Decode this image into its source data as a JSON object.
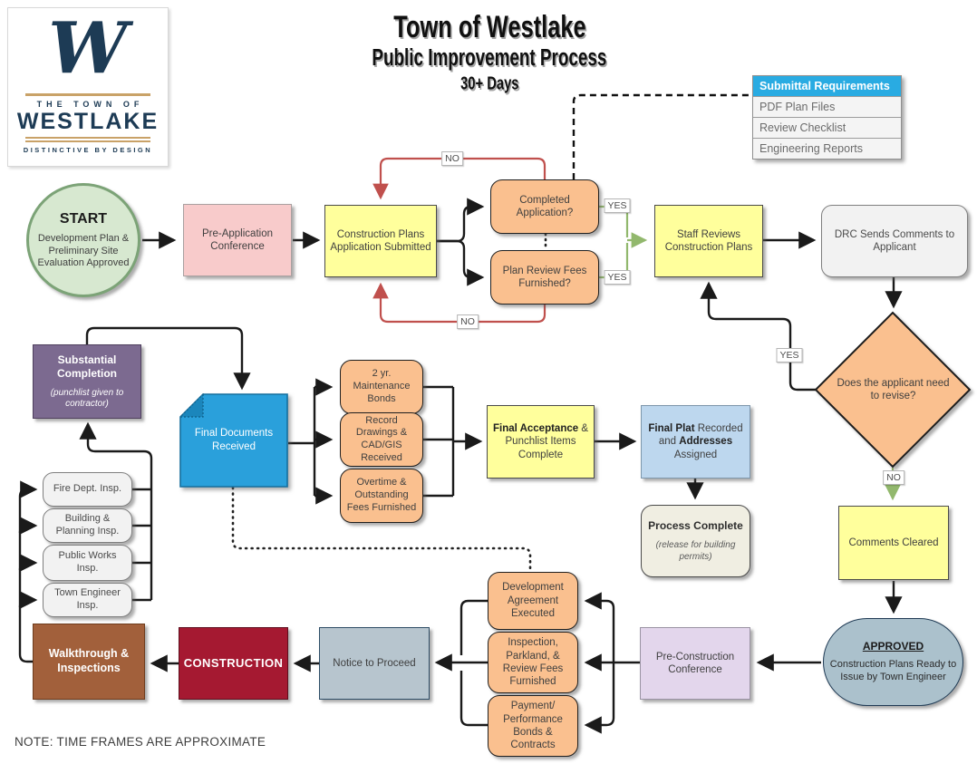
{
  "title": {
    "line1": "Town of Westlake",
    "line2": "Public Improvement Process",
    "line3": "30+ Days"
  },
  "logo": {
    "monogram": "W",
    "town_of": "THE TOWN OF",
    "name": "WESTLAKE",
    "tagline": "DISTINCTIVE BY DESIGN"
  },
  "legend_table": {
    "header": "Submittal Requirements",
    "rows": [
      "PDF Plan Files",
      "Review Checklist",
      "Engineering Reports"
    ]
  },
  "nodes": {
    "start": {
      "title": "START",
      "body": "Development Plan & Preliminary Site Evaluation Approved"
    },
    "pre_application": {
      "label": "Pre-Application Conference"
    },
    "construction_plans_submitted": {
      "label": "Construction Plans Application Submitted"
    },
    "completed_application": {
      "label": "Completed Application?"
    },
    "plan_review_fees": {
      "label": "Plan Review Fees Furnished?"
    },
    "staff_reviews": {
      "label": "Staff Reviews Construction Plans"
    },
    "drc_comments": {
      "label": "DRC Sends Comments to Applicant"
    },
    "revise_decision": {
      "label": "Does the applicant need to revise?"
    },
    "comments_cleared": {
      "label": "Comments Cleared"
    },
    "approved": {
      "title": "APPROVED",
      "body": "Construction Plans Ready to Issue by Town Engineer"
    },
    "pre_construction": {
      "label": "Pre-Construction Conference"
    },
    "development_agreement": {
      "label": "Development Agreement Executed"
    },
    "inspection_fees": {
      "label": "Inspection, Parkland, & Review Fees Furnished"
    },
    "payment_bonds": {
      "label": "Payment/ Performance Bonds & Contracts"
    },
    "notice_to_proceed": {
      "label": "Notice to Proceed"
    },
    "construction": {
      "label": "CONSTRUCTION"
    },
    "walkthrough": {
      "label": "Walkthrough & Inspections"
    },
    "fire_insp": {
      "label": "Fire Dept. Insp."
    },
    "building_insp": {
      "label": "Building & Planning Insp."
    },
    "public_works_insp": {
      "label": "Public Works Insp."
    },
    "town_engineer_insp": {
      "label": "Town Engineer Insp."
    },
    "substantial_completion": {
      "title": "Substantial Completion",
      "note": "(punchlist given to contractor)"
    },
    "final_documents": {
      "label": "Final Documents Received"
    },
    "maintenance_bonds": {
      "label": "2 yr. Maintenance Bonds"
    },
    "record_drawings": {
      "label": "Record Drawings & CAD/GIS Received"
    },
    "overtime_fees": {
      "label": "Overtime & Outstanding Fees Furnished"
    },
    "final_acceptance": {
      "bold": "Final Acceptance",
      "rest": " & Punchlist Items Complete"
    },
    "final_plat": {
      "bold1": "Final Plat",
      "mid": " Recorded and ",
      "bold2": "Addresses",
      "end": " Assigned"
    },
    "process_complete": {
      "title": "Process Complete",
      "note": "(release for building permits)"
    }
  },
  "edge_labels": {
    "no_top": "NO",
    "no_bottom": "NO",
    "yes_application": "YES",
    "yes_fees": "YES",
    "yes_revise": "YES",
    "no_revise": "NO"
  },
  "footnote": "NOTE: TIME FRAMES ARE APPROXIMATE",
  "colors": {
    "process_yellow": "#FFFF9C",
    "question_orange": "#FAC08F",
    "pre_app_pink": "#F8CBCB",
    "inspection_gray": "#F2F2F2",
    "substantial_purple": "#7C6A90",
    "document_blue": "#2AA0DB",
    "plat_blue": "#BDD7EE",
    "complete_beige": "#F0EEE2",
    "preconstruction_lavender": "#E3D6EC",
    "notice_steel": "#B7C5CE",
    "construction_red": "#A51931",
    "walkthrough_brown": "#A2603B",
    "approved_bluegray": "#ABC1CC",
    "start_green": "#D7E8D0",
    "table_header_blue": "#29ABE2",
    "arrow_black": "#1a1a1a",
    "arrow_green": "#92B86D",
    "arrow_red": "#C0504D"
  }
}
